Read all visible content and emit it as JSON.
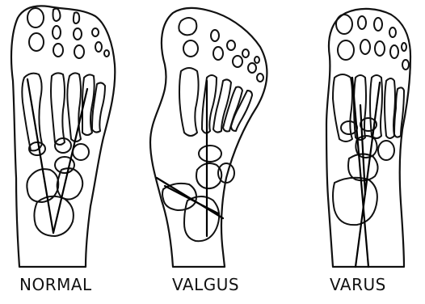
{
  "panels": [
    {
      "label": "NORMAL"
    },
    {
      "label": "VALGUS"
    },
    {
      "label": "VARUS"
    }
  ]
}
